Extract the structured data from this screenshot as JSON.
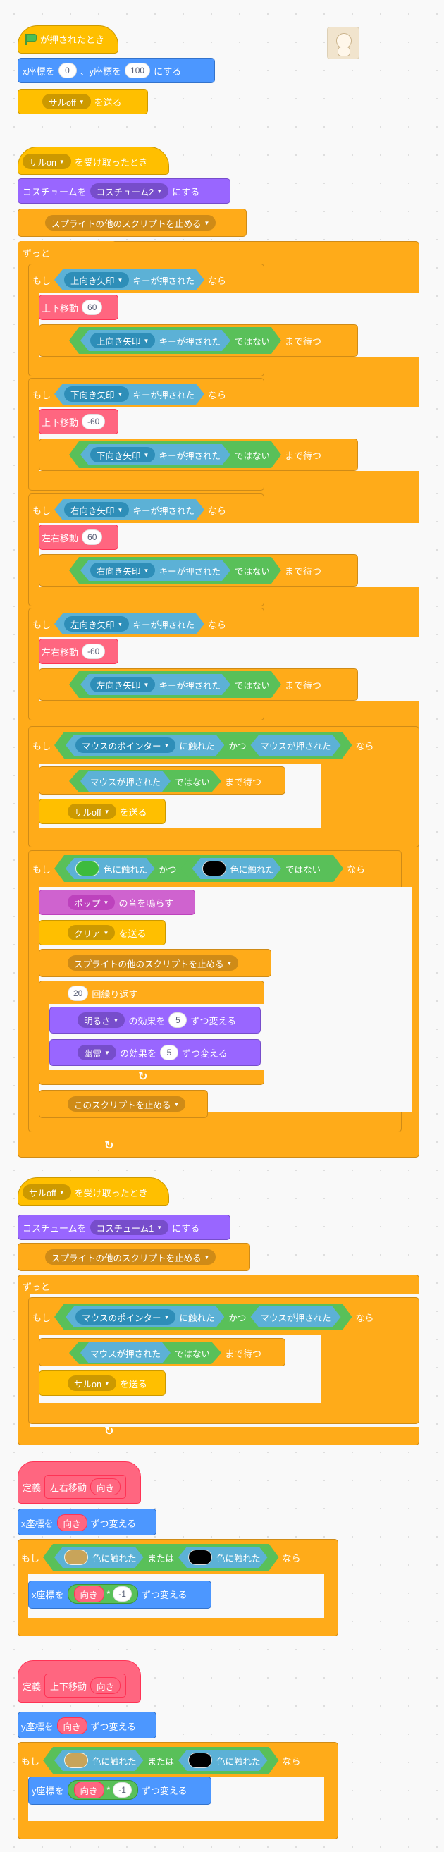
{
  "s1": {
    "hat": "が押されたとき",
    "goto_a": "x座標を",
    "goto_x": "0",
    "goto_b": "、y座標を",
    "goto_y": "100",
    "goto_c": "にする",
    "bc_dd": "サルoff",
    "bc_lbl": "を送る"
  },
  "s2": {
    "hat_dd": "サルon",
    "hat_lbl": "を受け取ったとき",
    "cos_a": "コスチュームを",
    "cos_dd": "コスチューム2",
    "cos_b": "にする",
    "stop_dd": "スプライトの他のスクリプトを止める",
    "forever": "ずっと",
    "ifs": [
      {
        "key": "上向き矢印",
        "proc": "上下移動",
        "val": "60"
      },
      {
        "key": "下向き矢印",
        "proc": "上下移動",
        "val": "-60"
      },
      {
        "key": "右向き矢印",
        "proc": "左右移動",
        "val": "60"
      },
      {
        "key": "左向き矢印",
        "proc": "左右移動",
        "val": "-60"
      }
    ],
    "if_lbl": "もし",
    "pressed": "キーが押された",
    "then": "なら",
    "not": "ではない",
    "wait_until": "まで待つ",
    "if5_touch_dd": "マウスのポインター",
    "touching": "に触れた",
    "and": "かつ",
    "mouse_down": "マウスが押された",
    "if5_bc_dd": "サルoff",
    "send": "を送る",
    "if6_color1": "#3dbb3d",
    "if6_color2": "#000000",
    "color_touch": "色に触れた",
    "sound_dd": "ポップ",
    "sound_lbl": "の音を鳴らす",
    "bc_clear": "クリア",
    "stop2_dd": "スプライトの他のスクリプトを止める",
    "repeat_n": "20",
    "repeat_lbl": "回繰り返す",
    "eff1_dd": "明るさ",
    "eff2_dd": "幽霊",
    "eff_lbl": "の効果を",
    "eff_val": "5",
    "eff_tail": "ずつ変える",
    "stop3_dd": "このスクリプトを止める"
  },
  "s3": {
    "hat_dd": "サルoff",
    "hat_lbl": "を受け取ったとき",
    "cos_a": "コスチュームを",
    "cos_dd": "コスチューム1",
    "cos_b": "にする",
    "stop_dd": "スプライトの他のスクリプトを止める",
    "forever": "ずっと",
    "bc_dd": "サルon"
  },
  "s4": {
    "define": "定義",
    "proc": "左右移動",
    "arg": "向き",
    "chg_a": "x座標を",
    "chg_b": "ずつ変える",
    "color1": "#c8a45a",
    "color2": "#000000",
    "touch": "色に触れた",
    "or": "または",
    "chg2_a": "x座標を",
    "times": "*",
    "neg": "-1"
  },
  "s5": {
    "define": "定義",
    "proc": "上下移動",
    "arg": "向き",
    "chg_a": "y座標を",
    "chg_b": "ずつ変える",
    "color1": "#c8a45a",
    "color2": "#000000",
    "touch": "色に触れた",
    "or": "または",
    "chg2_a": "y座標を",
    "times": "*",
    "neg": "-1"
  },
  "mascot_icon": "sprite-thumbnail-icon"
}
